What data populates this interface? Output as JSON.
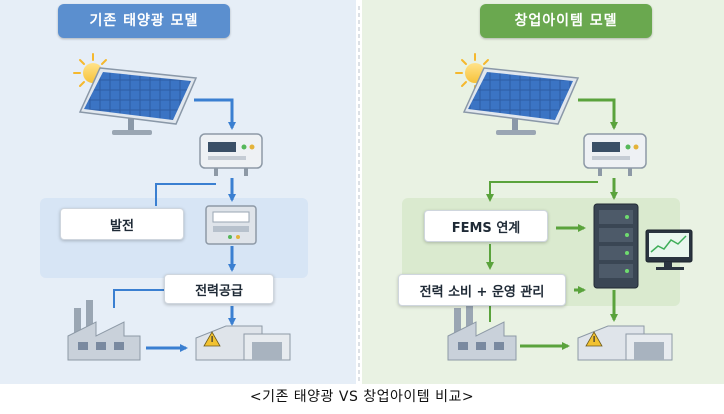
{
  "left_panel": {
    "title": "기존 태양광 모델",
    "title_color": "#5b8fcf",
    "bg_color": "#e6eef7",
    "band_color": "#d3e3f4",
    "arrow_color": "#3a7fd1",
    "labels": {
      "generation": "발전",
      "power_supply": "전력공급"
    }
  },
  "right_panel": {
    "title": "창업아이템 모델",
    "title_color": "#6aa84f",
    "bg_color": "#e9f2e3",
    "band_color": "#d7e9cb",
    "arrow_color": "#5aa33c",
    "labels": {
      "fems": "FEMS 연계",
      "consumption": "전력 소비 + 운영 관리"
    }
  },
  "caption": "<기존 태양광 VS 창업아이템 비교>"
}
